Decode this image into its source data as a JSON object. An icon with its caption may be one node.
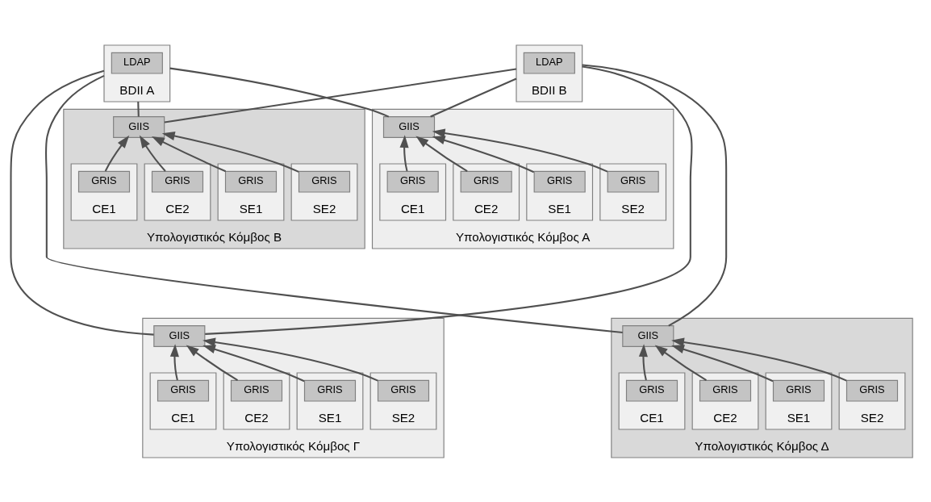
{
  "diagram": {
    "nodes": [
      {
        "text": [
          "BDII A"
        ]
      },
      {
        "text": [
          "LDAP"
        ],
        "in": 0
      },
      {
        "text": [
          "BDII B"
        ]
      },
      {
        "text": [
          "LDAP"
        ],
        "in": 2
      },
      {
        "text": [
          "Υπολογιστικός Κόμβος Α"
        ]
      },
      {
        "text": [
          "GIIS"
        ],
        "in": 4
      },
      {
        "text": [
          "CE1"
        ],
        "in": 4
      },
      {
        "text": [
          "GRIS"
        ],
        "in": 6
      },
      {
        "text": [
          "CE2"
        ],
        "in": 4
      },
      {
        "text": [
          "GRIS"
        ],
        "in": 8
      },
      {
        "text": [
          "SE1"
        ],
        "in": 4
      },
      {
        "text": [
          "GRIS"
        ],
        "in": 10
      },
      {
        "text": [
          "SE2"
        ],
        "in": 4
      },
      {
        "text": [
          "GRIS"
        ],
        "in": 12
      },
      {
        "text": [
          "Υπολογιστικός Κόμβος Β"
        ]
      },
      {
        "text": [
          "GIIS"
        ],
        "in": 14
      },
      {
        "text": [
          "CE1"
        ],
        "in": 14
      },
      {
        "text": [
          "GRIS"
        ],
        "in": 16
      },
      {
        "text": [
          "CE2"
        ],
        "in": 14
      },
      {
        "text": [
          "GRIS"
        ],
        "in": 18
      },
      {
        "text": [
          "SE1"
        ],
        "in": 14
      },
      {
        "text": [
          "GRIS"
        ],
        "in": 20
      },
      {
        "text": [
          "SE2"
        ],
        "in": 14
      },
      {
        "text": [
          "GRIS"
        ],
        "in": 22
      },
      {
        "text": [
          "Υπολογιστικός Κόμβος Γ"
        ]
      },
      {
        "text": [
          "GIIS"
        ],
        "in": 24
      },
      {
        "text": [
          "CE1"
        ],
        "in": 24
      },
      {
        "text": [
          "GRIS"
        ],
        "in": 26
      },
      {
        "text": [
          "CE2"
        ],
        "in": 24
      },
      {
        "text": [
          "GRIS"
        ],
        "in": 28
      },
      {
        "text": [
          "SE1"
        ],
        "in": 24
      },
      {
        "text": [
          "GRIS"
        ],
        "in": 30
      },
      {
        "text": [
          "SE2"
        ],
        "in": 24
      },
      {
        "text": [
          "GRIS"
        ],
        "in": 32
      },
      {
        "text": [
          "Υπολογιστικός Κόμβος Δ"
        ]
      },
      {
        "text": [
          "GIIS"
        ],
        "in": 34
      },
      {
        "text": [
          "CE1"
        ],
        "in": 34
      },
      {
        "text": [
          "GRIS"
        ],
        "in": 36
      },
      {
        "text": [
          "CE2"
        ],
        "in": 34
      },
      {
        "text": [
          "GRIS"
        ],
        "in": 38
      },
      {
        "text": [
          "SE1"
        ],
        "in": 34
      },
      {
        "text": [
          "GRIS"
        ],
        "in": 40
      },
      {
        "text": [
          "SE2"
        ],
        "in": 34
      },
      {
        "text": [
          "GRIS"
        ],
        "in": 42
      }
    ],
    "edges": [
      {
        "from": 0,
        "to": 5,
        "arrow": "none"
      },
      {
        "from": 0,
        "to": 15,
        "arrow": "none"
      },
      {
        "from": 0,
        "to": 25,
        "arrow": "none"
      },
      {
        "from": 0,
        "to": 35,
        "arrow": "none"
      },
      {
        "from": 2,
        "to": 5,
        "arrow": "none"
      },
      {
        "from": 2,
        "to": 15,
        "arrow": "none"
      },
      {
        "from": 2,
        "to": 25,
        "arrow": "none"
      },
      {
        "from": 2,
        "to": 35,
        "arrow": "none"
      },
      {
        "from": 7,
        "to": 5,
        "arrow": "to"
      },
      {
        "from": 9,
        "to": 5,
        "arrow": "to"
      },
      {
        "from": 11,
        "to": 5,
        "arrow": "to"
      },
      {
        "from": 13,
        "to": 5,
        "arrow": "to"
      },
      {
        "from": 17,
        "to": 15,
        "arrow": "to"
      },
      {
        "from": 19,
        "to": 15,
        "arrow": "to"
      },
      {
        "from": 21,
        "to": 15,
        "arrow": "to"
      },
      {
        "from": 23,
        "to": 15,
        "arrow": "to"
      },
      {
        "from": 27,
        "to": 25,
        "arrow": "to"
      },
      {
        "from": 29,
        "to": 25,
        "arrow": "to"
      },
      {
        "from": 31,
        "to": 25,
        "arrow": "to"
      },
      {
        "from": 33,
        "to": 25,
        "arrow": "to"
      },
      {
        "from": 37,
        "to": 35,
        "arrow": "to"
      },
      {
        "from": 39,
        "to": 35,
        "arrow": "to"
      },
      {
        "from": 41,
        "to": 35,
        "arrow": "to"
      },
      {
        "from": 43,
        "to": 35,
        "arrow": "to"
      }
    ]
  }
}
